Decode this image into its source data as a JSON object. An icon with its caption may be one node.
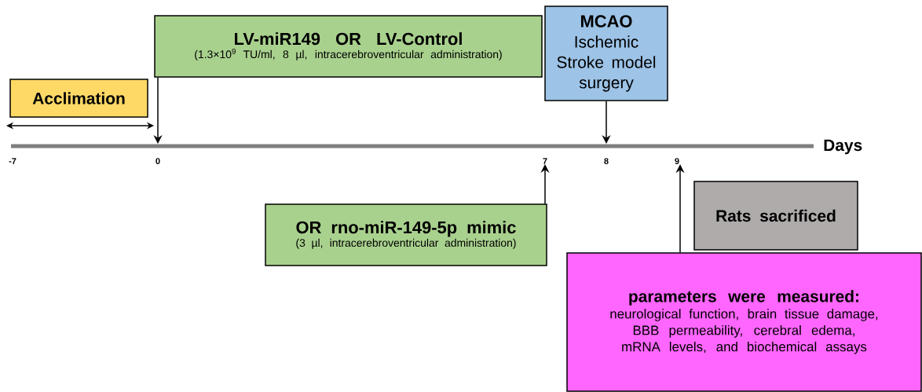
{
  "diagram": {
    "nodes": [
      {
        "text": [
          "Acclimation"
        ]
      },
      {
        "text": [
          "LV-miR149 OR LV-Control",
          "(1.3×10$^{9}$ TU/ml, 8 µl, intracerebroventricular administration)"
        ]
      },
      {
        "text": [
          "MCAO",
          "Ischemic Stroke model surgery"
        ]
      },
      {
        "text": [
          "OR rno-miR-149-5p mimic",
          "(3 µl, intracerebroventricular administration)"
        ]
      },
      {
        "text": [
          "Rats sacrificed"
        ]
      },
      {
        "text": [
          "parameters were measured:",
          "neurological function, brain tissue damage, BBB permeability, cerebral edema, mRNA levels, and biochemical assays"
        ]
      },
      {
        "text": [
          "7"
        ]
      },
      {
        "text": [
          "9"
        ]
      }
    ],
    "edges": [
      {
        "from": 1,
        "to": null,
        "arrow": "to"
      },
      {
        "from": 2,
        "to": null,
        "arrow": "to"
      },
      {
        "from": 3,
        "to": 6,
        "arrow": "to"
      },
      {
        "from": 5,
        "to": 7,
        "arrow": "to"
      }
    ],
    "labels": [
      "-7",
      "0",
      "8",
      "Days"
    ]
  }
}
